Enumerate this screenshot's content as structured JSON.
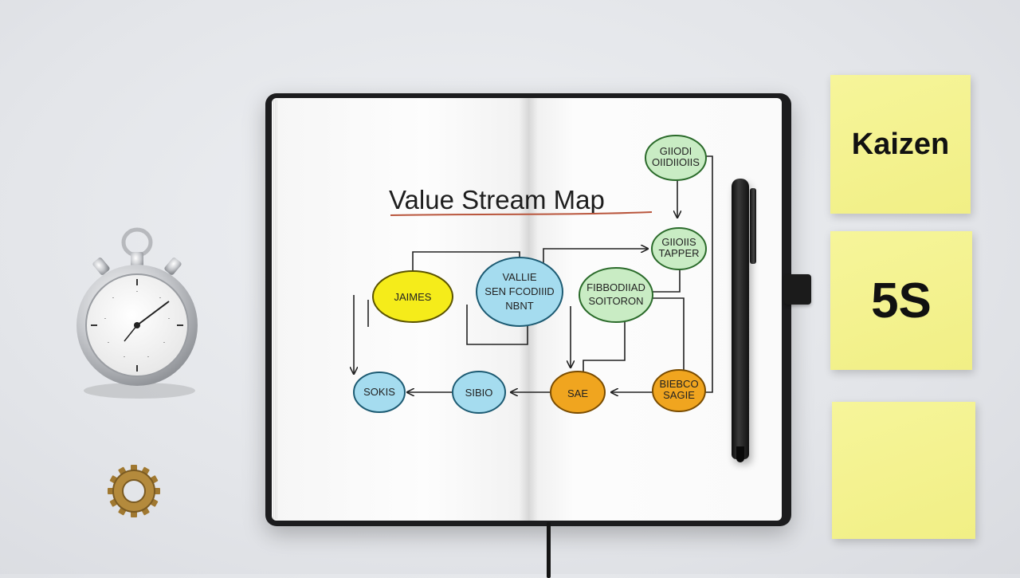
{
  "notebook": {
    "title": "Value Stream Map",
    "nodes": [
      {
        "id": "top-right",
        "lines": [
          "GIIODI",
          "OIIDIIOIIS"
        ],
        "color": "#c9ecc4"
      },
      {
        "id": "mid-right",
        "lines": [
          "GIIOIIS",
          "TAPPER"
        ],
        "color": "#c9ecc4"
      },
      {
        "id": "yellow",
        "lines": [
          "JAIMES"
        ],
        "color": "#f5ec1a"
      },
      {
        "id": "blue-center",
        "lines": [
          "VALLIE",
          "SEN FCODIIID",
          "NBNT"
        ],
        "color": "#a5dcef"
      },
      {
        "id": "green-center",
        "lines": [
          "FIBBODIIAD",
          "SOITORON"
        ],
        "color": "#c9ecc4"
      },
      {
        "id": "left-bottom",
        "lines": [
          "SOKIS"
        ],
        "color": "#a5dcef"
      },
      {
        "id": "center-bottom",
        "lines": [
          "SIBIO"
        ],
        "color": "#a5dcef"
      },
      {
        "id": "orange",
        "lines": [
          "SAE"
        ],
        "color": "#f0a51f"
      },
      {
        "id": "orange-right",
        "lines": [
          "BIEBCO",
          "SAGIE"
        ],
        "color": "#f0a51f"
      }
    ]
  },
  "sticky_notes": {
    "note1": "Kaizen",
    "note2": "5S",
    "note3": ""
  },
  "colors": {
    "sticky_yellow": "#f3f28c",
    "notebook_cover": "#1c1c1e",
    "title_underline": "#b9563d"
  },
  "icons": [
    "stopwatch-icon",
    "gear-icon",
    "pen-icon"
  ]
}
